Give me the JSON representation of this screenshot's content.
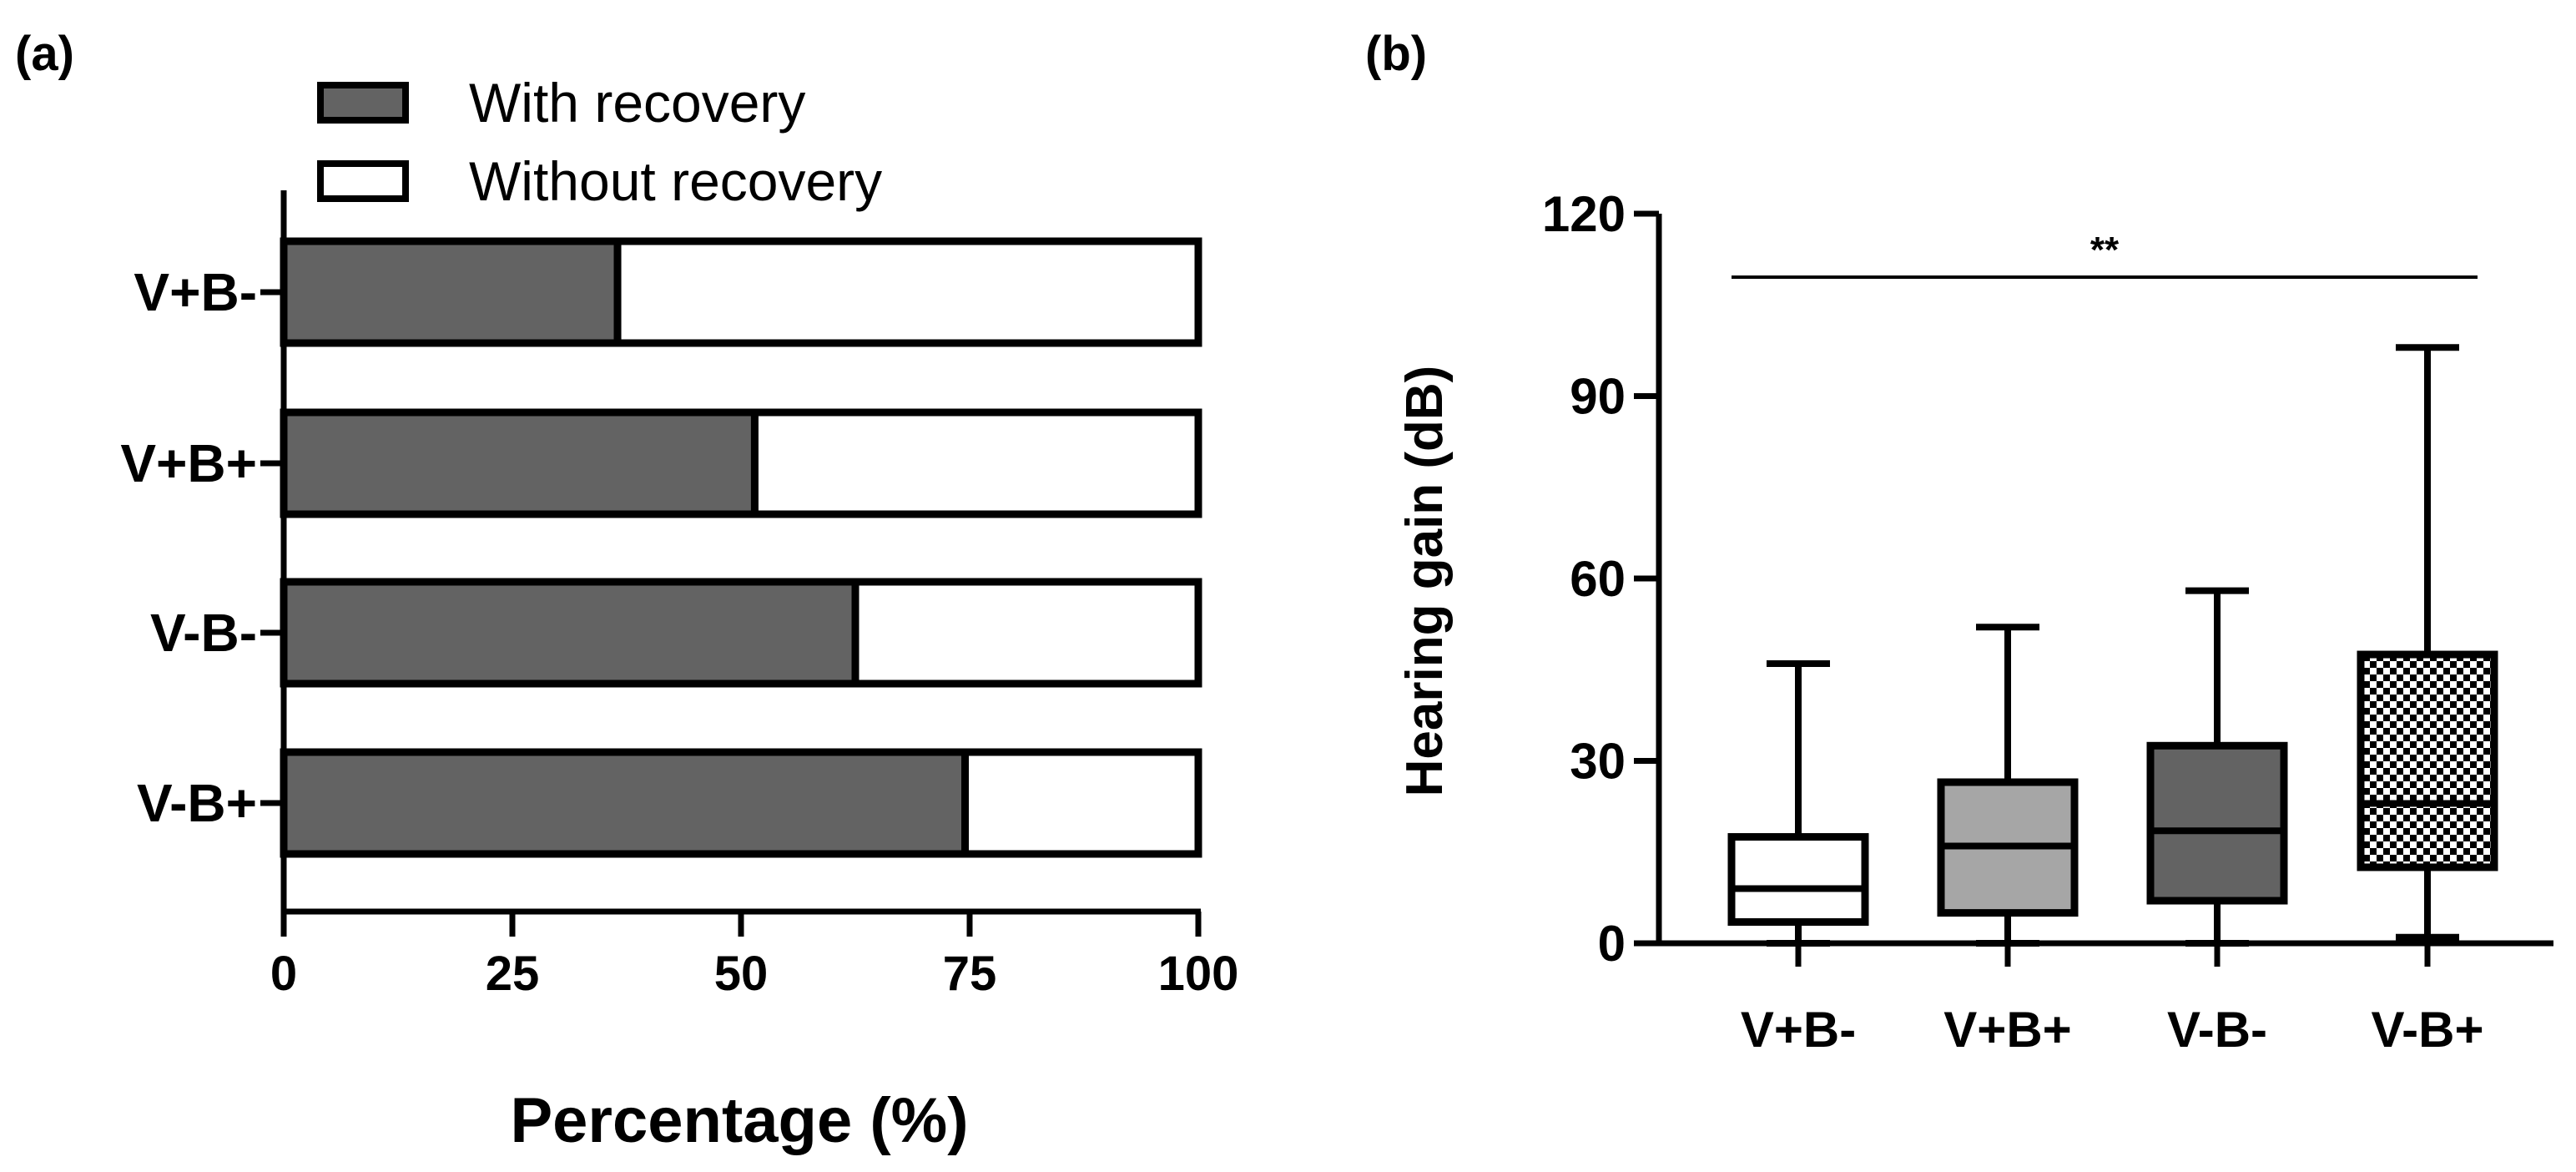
{
  "panels": {
    "a": {
      "label": "(a)"
    },
    "b": {
      "label": "(b)"
    }
  },
  "colors": {
    "with_recovery": "#636363",
    "without_recovery": "#ffffff",
    "box_vpbm": "#ffffff",
    "box_vpbp": "#a6a6a6",
    "box_vmbm": "#636363",
    "box_vmbp": "checkered",
    "ink": "#000000"
  },
  "chart_data": [
    {
      "type": "bar",
      "orientation": "horizontal",
      "stacked": true,
      "categories": [
        "V+B-",
        "V+B+",
        "V-B-",
        "V-B+"
      ],
      "series": [
        {
          "name": "With recovery",
          "values": [
            36.5,
            51.5,
            62.5,
            74.5
          ]
        },
        {
          "name": "Without recovery",
          "values": [
            63.5,
            48.5,
            37.5,
            25.5
          ]
        }
      ],
      "xlabel": "Percentage (%)",
      "xlim": [
        0,
        100
      ],
      "xticks": [
        0,
        25,
        50,
        75,
        100
      ],
      "legend": {
        "placement": "top",
        "entries": [
          "With recovery",
          "Without recovery"
        ]
      },
      "grid": false
    },
    {
      "type": "box",
      "categories": [
        "V+B-",
        "V+B+",
        "V-B-",
        "V-B+"
      ],
      "boxes": [
        {
          "min": 0,
          "q1": 3.5,
          "median": 9,
          "q3": 17.5,
          "max": 46
        },
        {
          "min": 0,
          "q1": 5,
          "median": 16,
          "q3": 26.5,
          "max": 52
        },
        {
          "min": 0,
          "q1": 7,
          "median": 18.5,
          "q3": 32.5,
          "max": 58
        },
        {
          "min": 1,
          "q1": 12.5,
          "median": 23,
          "q3": 47.5,
          "max": 98
        }
      ],
      "ylabel": "Hearing gain (dB)",
      "ylim": [
        0,
        120
      ],
      "yticks": [
        0,
        30,
        60,
        90,
        120
      ],
      "significance": {
        "from": "V+B-",
        "to": "V-B+",
        "label": "**"
      },
      "grid": false
    }
  ]
}
